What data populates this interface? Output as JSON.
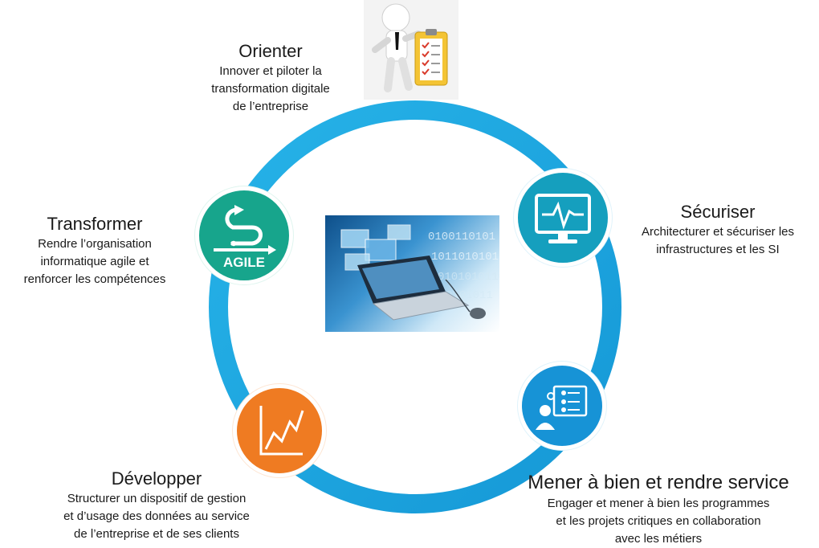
{
  "colors": {
    "ring": "#1fa8e0",
    "orienter_circle": "#1aa9e1",
    "securiser_circle": "#149fbe",
    "mener_circle": "#1793d6",
    "transformer_circle": "#17a58c",
    "developper_circle": "#ef7b22"
  },
  "nodes": {
    "orienter": {
      "title": "Orienter",
      "lines": [
        "Innover et piloter la",
        "transformation digitale",
        "de  l’entreprise"
      ],
      "icon": "businessman-checklist-icon"
    },
    "securiser": {
      "title": "Sécuriser",
      "lines": [
        "Architecturer et sécuriser les",
        "infrastructures et les SI"
      ],
      "icon": "monitor-heartbeat-icon"
    },
    "mener": {
      "title": "Mener à bien et rendre service",
      "lines": [
        "Engager et mener à bien les programmes",
        "et les projets critiques en collaboration",
        "avec les métiers"
      ],
      "icon": "presenter-board-icon"
    },
    "developper": {
      "title": "Développer",
      "lines": [
        "Structurer un dispositif de gestion",
        "et d’usage des données au service",
        "de l’entreprise et de ses clients"
      ],
      "icon": "line-chart-icon"
    },
    "transformer": {
      "title": "Transformer",
      "lines": [
        "Rendre l’organisation",
        "informatique agile et",
        "renforcer les compétences"
      ],
      "icon": "agile-cycle-icon",
      "badge": "AGILE"
    }
  },
  "center_image": {
    "icon": "laptop-binary-icon",
    "binary_text": [
      "0100110101",
      "1011010101",
      "0101010110",
      "0101011"
    ]
  }
}
